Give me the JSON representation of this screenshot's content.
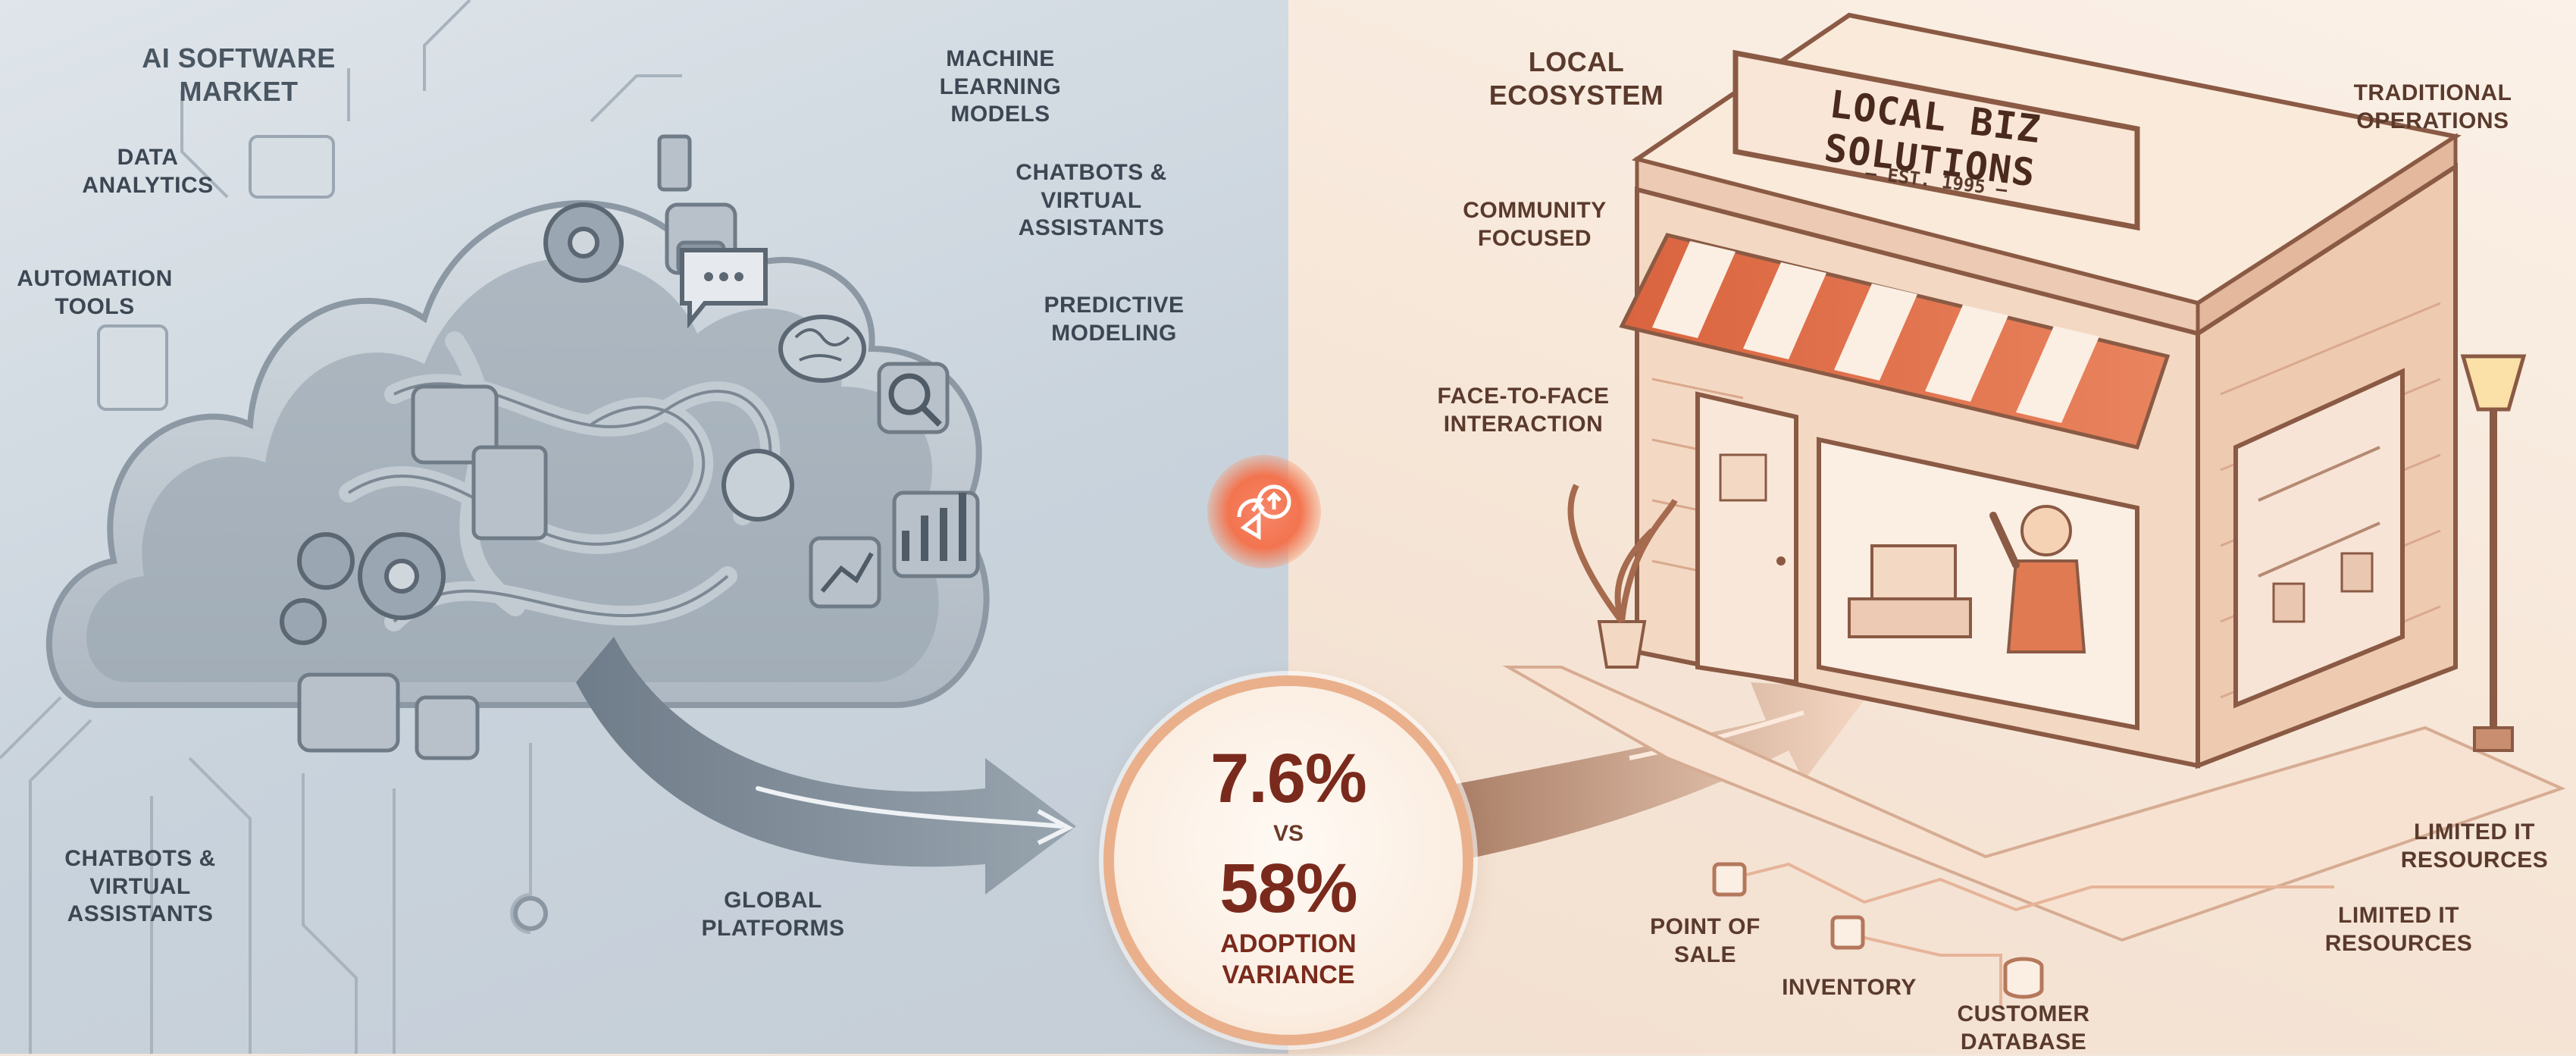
{
  "left_panel": {
    "title": "AI SOFTWARE MARKET",
    "labels": {
      "data_analytics": "DATA ANALYTICS",
      "automation_tools": "AUTOMATION TOOLS",
      "machine_learning": "MACHINE LEARNING MODELS",
      "chatbots_top": "CHATBOTS & VIRTUAL ASSISTANTS",
      "predictive": "PREDICTIVE MODELING",
      "chatbots_bottom": "CHATBOTS & VIRTUAL ASSISTANTS",
      "global_platforms": "GLOBAL PLATFORMS"
    }
  },
  "right_panel": {
    "title": "LOCAL ECOSYSTEM",
    "sign": {
      "name": "LOCAL BIZ SOLUTIONS",
      "established": "— EST. 1995 —"
    },
    "labels": {
      "traditional_operations": "TRADITIONAL OPERATIONS",
      "community_focused": "COMMUNITY FOCUSED",
      "face_to_face": "FACE-TO-FACE INTERACTION",
      "limited_it_1": "LIMITED IT RESOURCES",
      "limited_it_2": "LIMITED IT RESOURCES",
      "point_of_sale": "POINT OF SALE",
      "inventory": "INVENTORY",
      "customer_database": "CUSTOMER DATABASE"
    }
  },
  "center": {
    "stat_a": "7.6%",
    "vs": "VS",
    "stat_b": "58%",
    "caption": "ADOPTION VARIANCE"
  },
  "colors": {
    "accent": "#f3744f",
    "stat_text": "#7a2a1c",
    "left_ink": "#3c4753",
    "right_ink": "#5a3a2c"
  }
}
